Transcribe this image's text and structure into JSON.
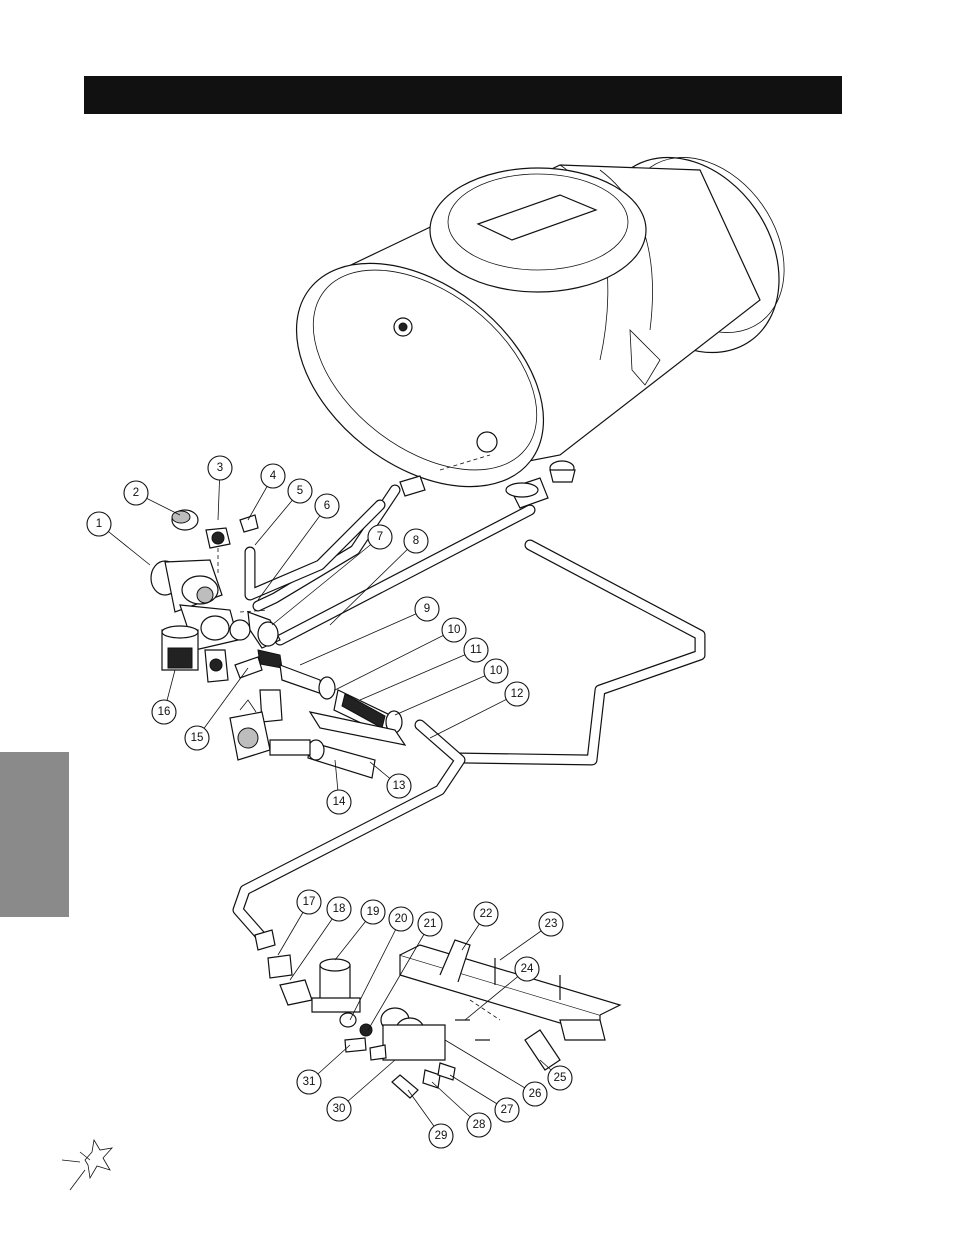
{
  "page": {
    "header_text": "",
    "side_tab_text": ""
  },
  "callouts": [
    {
      "n": "1"
    },
    {
      "n": "2"
    },
    {
      "n": "3"
    },
    {
      "n": "4"
    },
    {
      "n": "5"
    },
    {
      "n": "6"
    },
    {
      "n": "7"
    },
    {
      "n": "8"
    },
    {
      "n": "9"
    },
    {
      "n": "10"
    },
    {
      "n": "11"
    },
    {
      "n": "10"
    },
    {
      "n": "12"
    },
    {
      "n": "13"
    },
    {
      "n": "14"
    },
    {
      "n": "15"
    },
    {
      "n": "16"
    },
    {
      "n": "17"
    },
    {
      "n": "18"
    },
    {
      "n": "19"
    },
    {
      "n": "20"
    },
    {
      "n": "21"
    },
    {
      "n": "22"
    },
    {
      "n": "23"
    },
    {
      "n": "24"
    },
    {
      "n": "25"
    },
    {
      "n": "26"
    },
    {
      "n": "27"
    },
    {
      "n": "28"
    },
    {
      "n": "29"
    },
    {
      "n": "30"
    },
    {
      "n": "31"
    }
  ],
  "colors": {
    "header": "#111111",
    "side_tab": "#8a8a8a",
    "ink": "#111111"
  },
  "icons": {
    "logo": "star-logo-icon"
  }
}
